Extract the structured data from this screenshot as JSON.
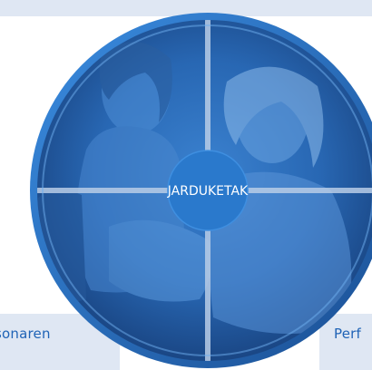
{
  "center": {
    "label": "JARDUKETAK"
  },
  "boxes": {
    "bottom_left_text": "sonaren",
    "bottom_right_text": "Perf"
  },
  "colors": {
    "box_bg": "#dfe7f3",
    "box_text": "#1f63b6",
    "ring_outer": "#1f5ea8",
    "ring_inner": "#2e7fd1",
    "circle_fill": "#2b6fbe",
    "center_fill": "#2a79cc",
    "divider": "#b9cde6"
  },
  "icons": {
    "top_left_person": "woman-seated-icon",
    "top_right_person": "woman-seated-icon"
  }
}
